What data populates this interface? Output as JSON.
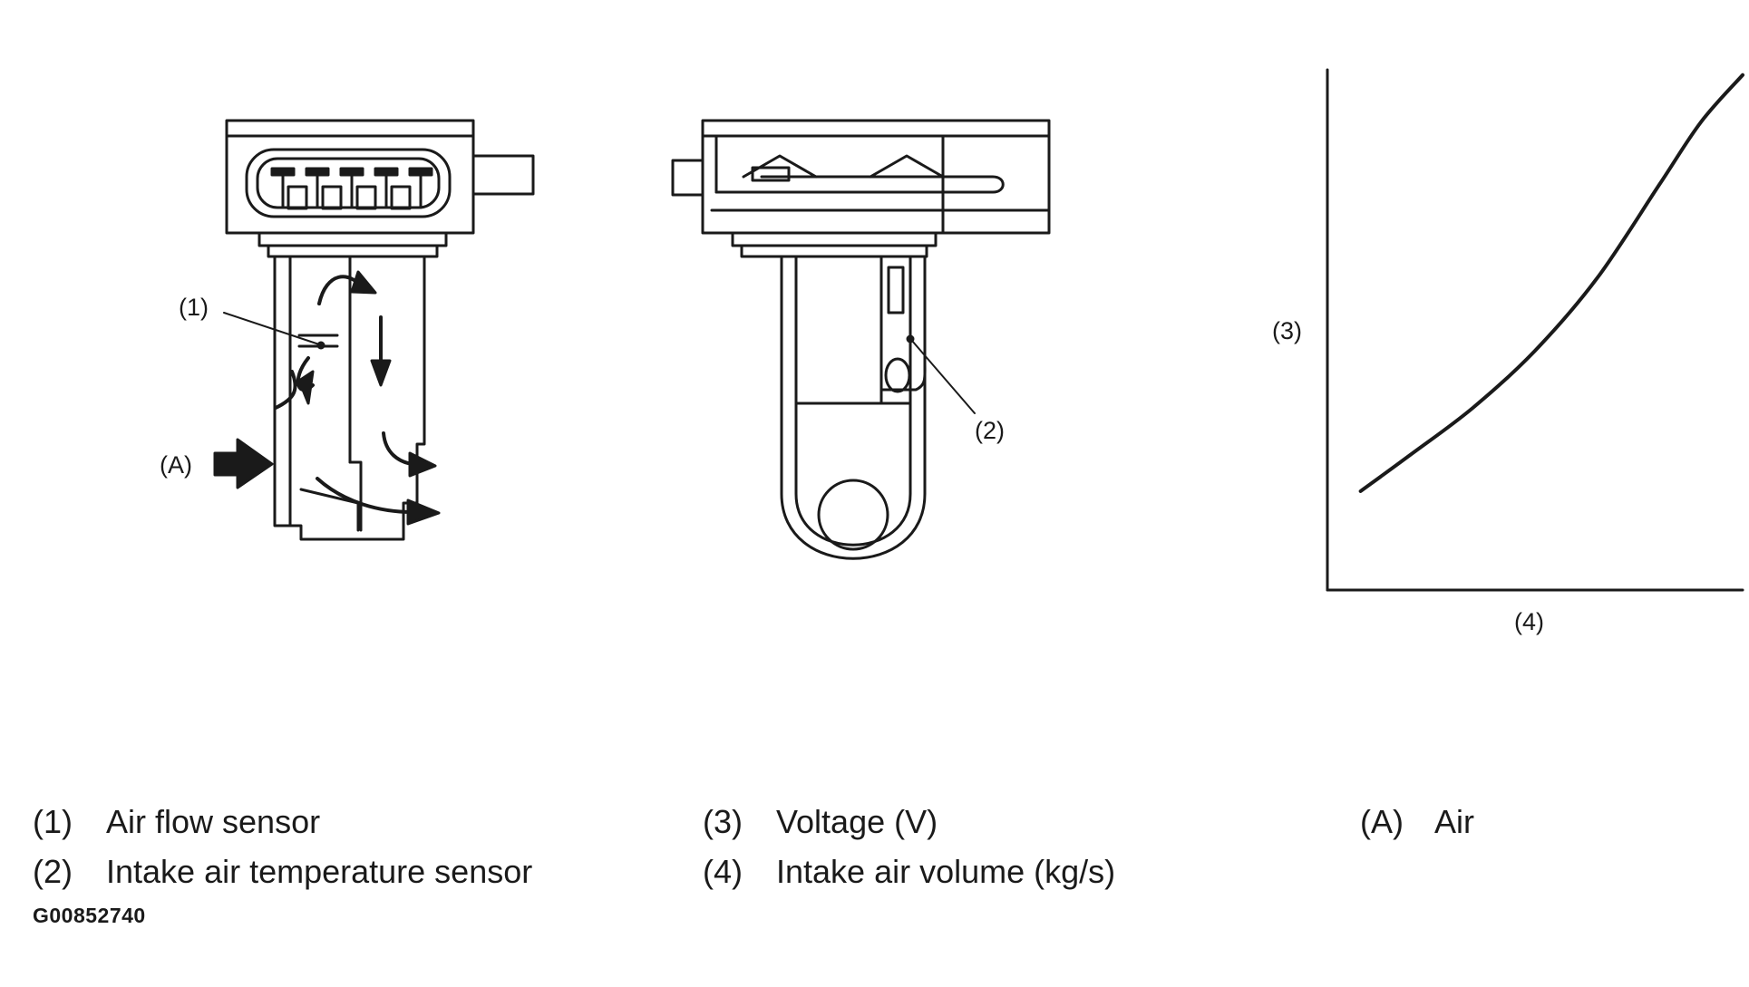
{
  "callouts": {
    "c1": "(1)",
    "c2": "(2)",
    "c3": "(3)",
    "c4": "(4)",
    "cA": "(A)"
  },
  "legend": [
    {
      "num": "(1)",
      "text": "Air flow sensor"
    },
    {
      "num": "(2)",
      "text": "Intake air temperature sensor"
    },
    {
      "num": "(3)",
      "text": "Voltage (V)"
    },
    {
      "num": "(4)",
      "text": "Intake air volume (kg/s)"
    },
    {
      "num": "(A)",
      "text": "Air"
    }
  ],
  "figure_id": "G00852740",
  "colors": {
    "line": "#1a1a1a",
    "background": "#ffffff"
  },
  "chart_data": {
    "type": "line",
    "xlabel": "(4)",
    "ylabel": "(3)",
    "grid": false,
    "series": [
      {
        "x": [
          0.08,
          0.2,
          0.35,
          0.5,
          0.65,
          0.8,
          0.9,
          1.0
        ],
        "y": [
          0.19,
          0.26,
          0.35,
          0.46,
          0.6,
          0.78,
          0.9,
          0.99
        ]
      }
    ]
  }
}
